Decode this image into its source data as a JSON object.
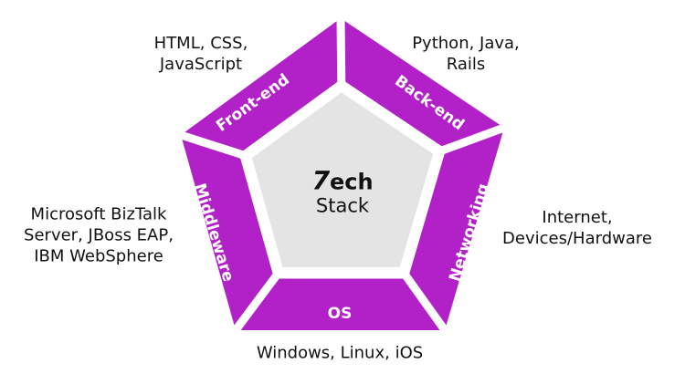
{
  "colors": {
    "segment": "#b220c8",
    "center": "#e4e4e4",
    "gap": "#ffffff"
  },
  "center": {
    "logo_mark": "7",
    "logo_rest": "ech",
    "subtitle": "Stack"
  },
  "segments": {
    "frontend": {
      "label": "Front-end",
      "items": "HTML, CSS,\nJavaScript"
    },
    "backend": {
      "label": "Back-end",
      "items": "Python, Java,\nRails"
    },
    "networking": {
      "label": "Networking",
      "items": "Internet,\nDevices/Hardware"
    },
    "os": {
      "label": "OS",
      "items": "Windows, Linux, iOS"
    },
    "middleware": {
      "label": "Middleware",
      "items": "Microsoft BizTalk\nServer, JBoss EAP,\nIBM WebSphere"
    }
  }
}
